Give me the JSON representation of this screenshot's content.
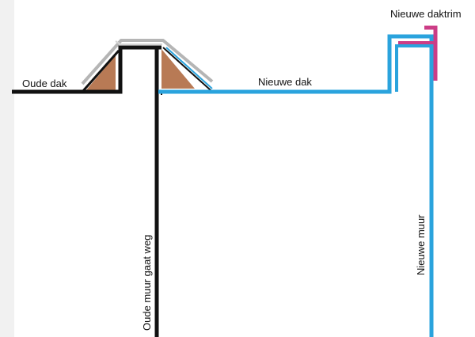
{
  "labels": {
    "old_roof": "Oude dak",
    "new_roof": "Nieuwe dak",
    "new_trim": "Nieuwe daktrim",
    "old_wall": "Oude muur gaat weg",
    "new_wall": "Nieuwe muur"
  },
  "colors": {
    "old_structure": "#111111",
    "new_structure": "#2aa3dd",
    "trim": "#cc3d86",
    "flashing": "#b5b5b5",
    "wood_fill": "#b87a55"
  }
}
